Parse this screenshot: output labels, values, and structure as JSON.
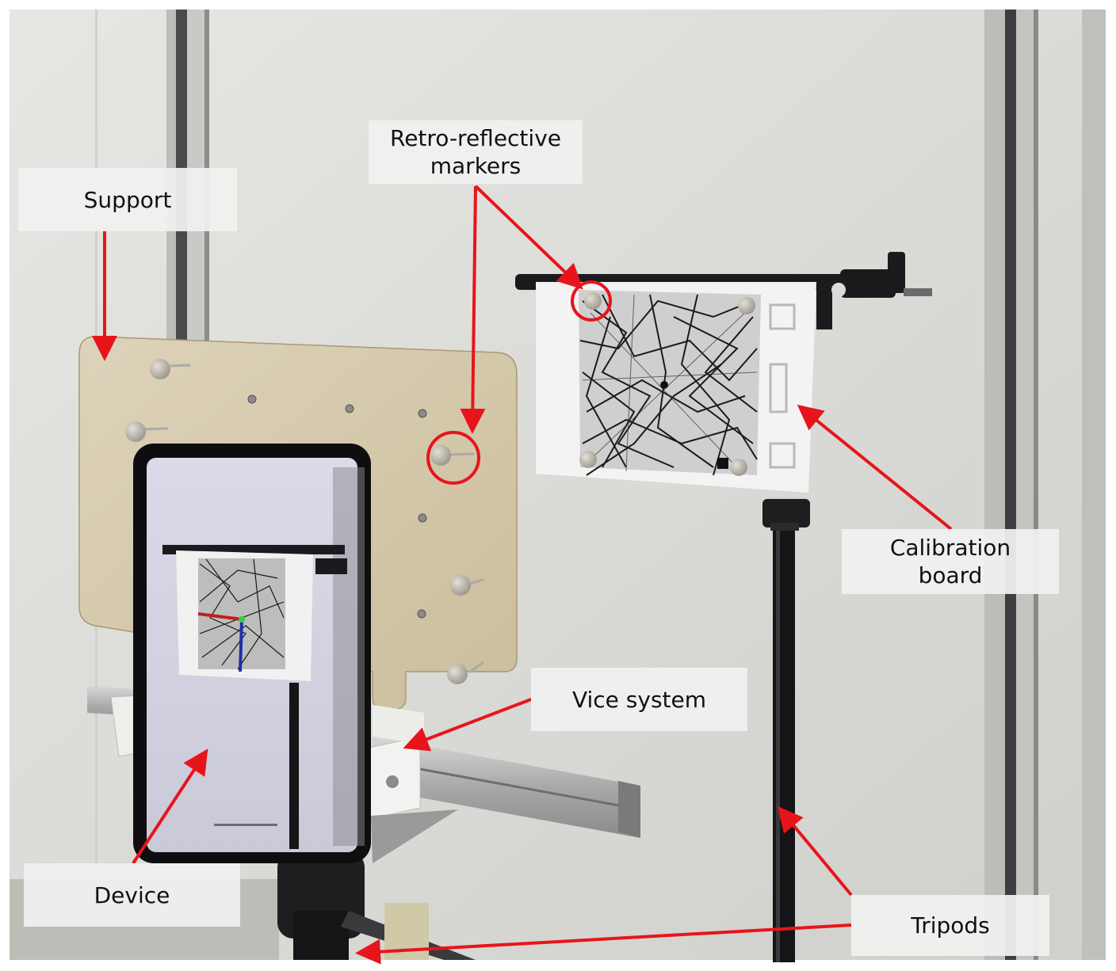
{
  "labels": {
    "support": "Support",
    "markers": "Retro-reflective\nmarkers",
    "calibration": "Calibration\nboard",
    "vice": "Vice system",
    "device": "Device",
    "tripods": "Tripods"
  },
  "colors": {
    "arrow": "#e8141b",
    "wall": "#dcdcd9",
    "board": "#d8cdb2",
    "label_bg": "#f0f0f0"
  }
}
